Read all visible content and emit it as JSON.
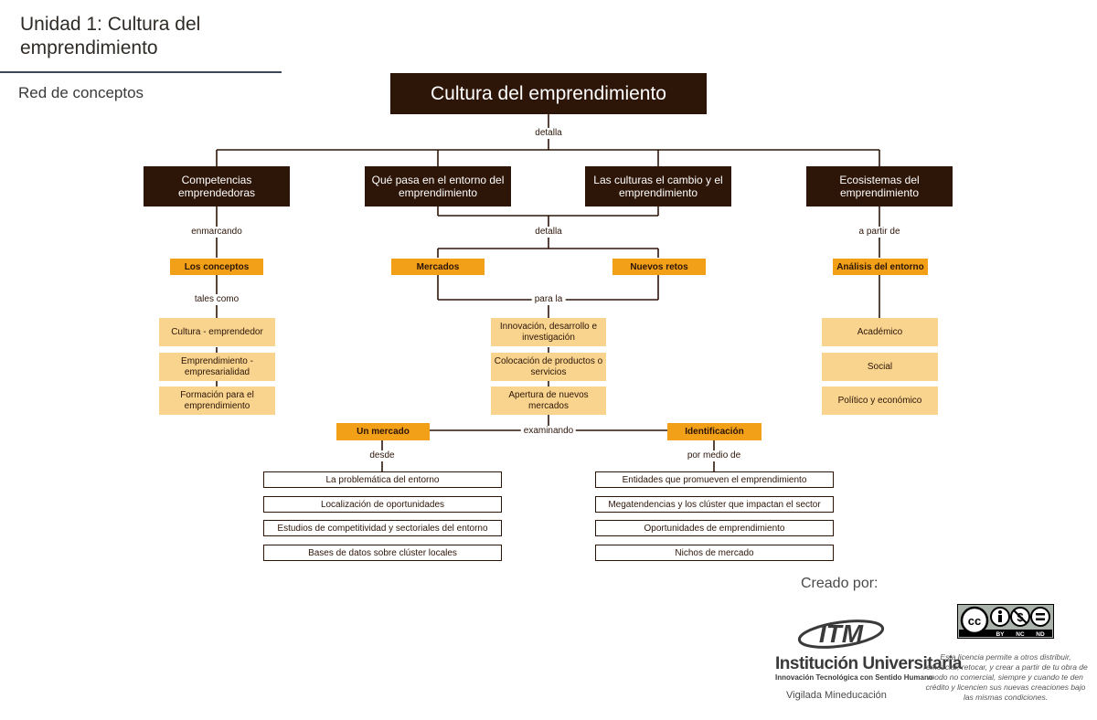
{
  "header": {
    "title": "Unidad 1: Cultura del emprendimiento",
    "subtitle": "Red de conceptos"
  },
  "colors": {
    "dark": "#2d1508",
    "orange": "#f1a017",
    "light": "#f8d48f",
    "rule": "#3c4656"
  },
  "map": {
    "root": "Cultura del emprendimiento",
    "root_link": "detalla",
    "branches": {
      "competencias": "Competencias emprendedoras",
      "entorno": "Qué pasa en el entorno del emprendimiento",
      "culturas": "Las culturas el cambio y el emprendimiento",
      "ecosistemas": "Ecosistemas del emprendimiento"
    },
    "links": {
      "enmarcando": "enmarcando",
      "detalla": "detalla",
      "a_partir_de": "a partir de",
      "tales_como": "tales como",
      "para_la": "para la",
      "examinando": "examinando",
      "desde": "desde",
      "por_medio_de": "por medio de"
    },
    "nodes": {
      "conceptos": "Los conceptos",
      "mercados": "Mercados",
      "nuevos_retos": "Nuevos retos",
      "analisis": "Análisis del entorno",
      "un_mercado": "Un mercado",
      "identificacion": "Identificación"
    },
    "conceptos_items": [
      "Cultura - emprendedor",
      "Emprendimiento - empresarialidad",
      "Formación para el emprendimiento"
    ],
    "para_la_items": [
      "Innovación, desarrollo e investigación",
      "Colocación de productos o servicios",
      "Apertura de nuevos mercados"
    ],
    "analisis_items": [
      "Académico",
      "Social",
      "Político y económico"
    ],
    "desde_items": [
      "La problemática del entorno",
      "Localización de oportunidades",
      "Estudios de competitividad y sectoriales del entorno",
      "Bases de datos sobre clúster locales"
    ],
    "por_medio_items": [
      "Entidades que promueven el emprendimiento",
      "Megatendencias y los clúster que impactan el sector",
      "Oportunidades de emprendimiento",
      "Nichos de mercado"
    ]
  },
  "footer": {
    "creado_por": "Creado por:",
    "itm_logo": "ITM",
    "institution": "Institución Universitaria",
    "tagline": "Innovación Tecnológica con Sentido Humano",
    "vigilada": "Vigilada Mineducación",
    "cc_badges": [
      "cc",
      "BY",
      "NC",
      "ND"
    ],
    "license_text": "Esta licencia permite a otros distribuir, remezclar, retocar, y crear a partir de tu obra de modo no comercial, siempre y cuando te den crédito y licencien sus nuevas creaciones bajo las mismas condiciones."
  }
}
